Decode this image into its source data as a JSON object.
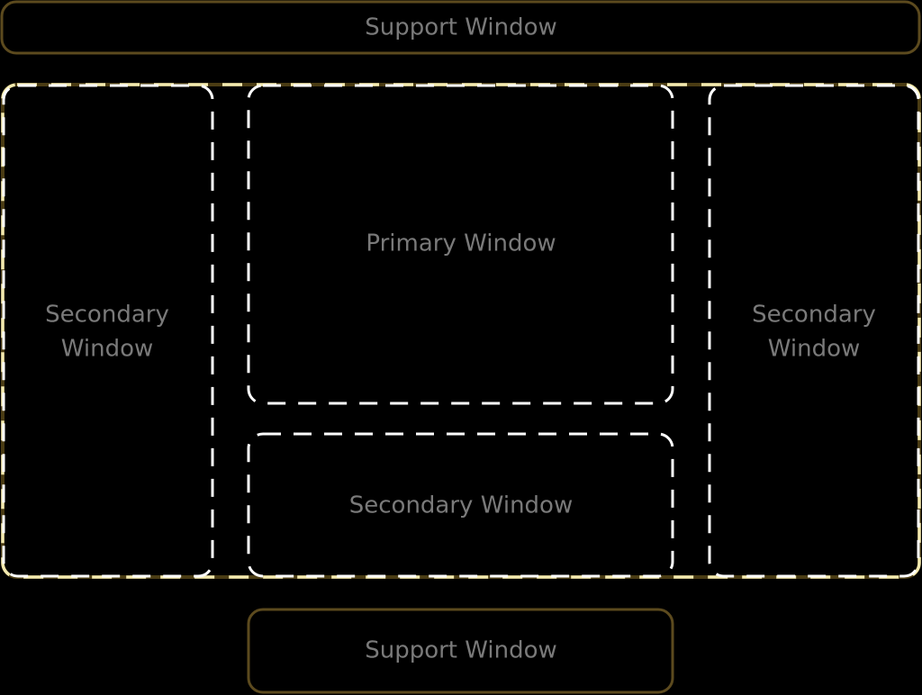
{
  "colors": {
    "background": "#000000",
    "support_border": "#5c4a1e",
    "outer_dash_light": "#f3eab0",
    "outer_dash_dark": "#4a3c14",
    "inner_dash": "#ffffff",
    "label": "#7a7a7a"
  },
  "windows": {
    "support_top": "Support Window",
    "secondary_left": [
      "Secondary",
      "Window"
    ],
    "primary": "Primary Window",
    "secondary_right": [
      "Secondary",
      "Window"
    ],
    "secondary_bottom": "Secondary Window",
    "support_bottom": "Support Window"
  }
}
